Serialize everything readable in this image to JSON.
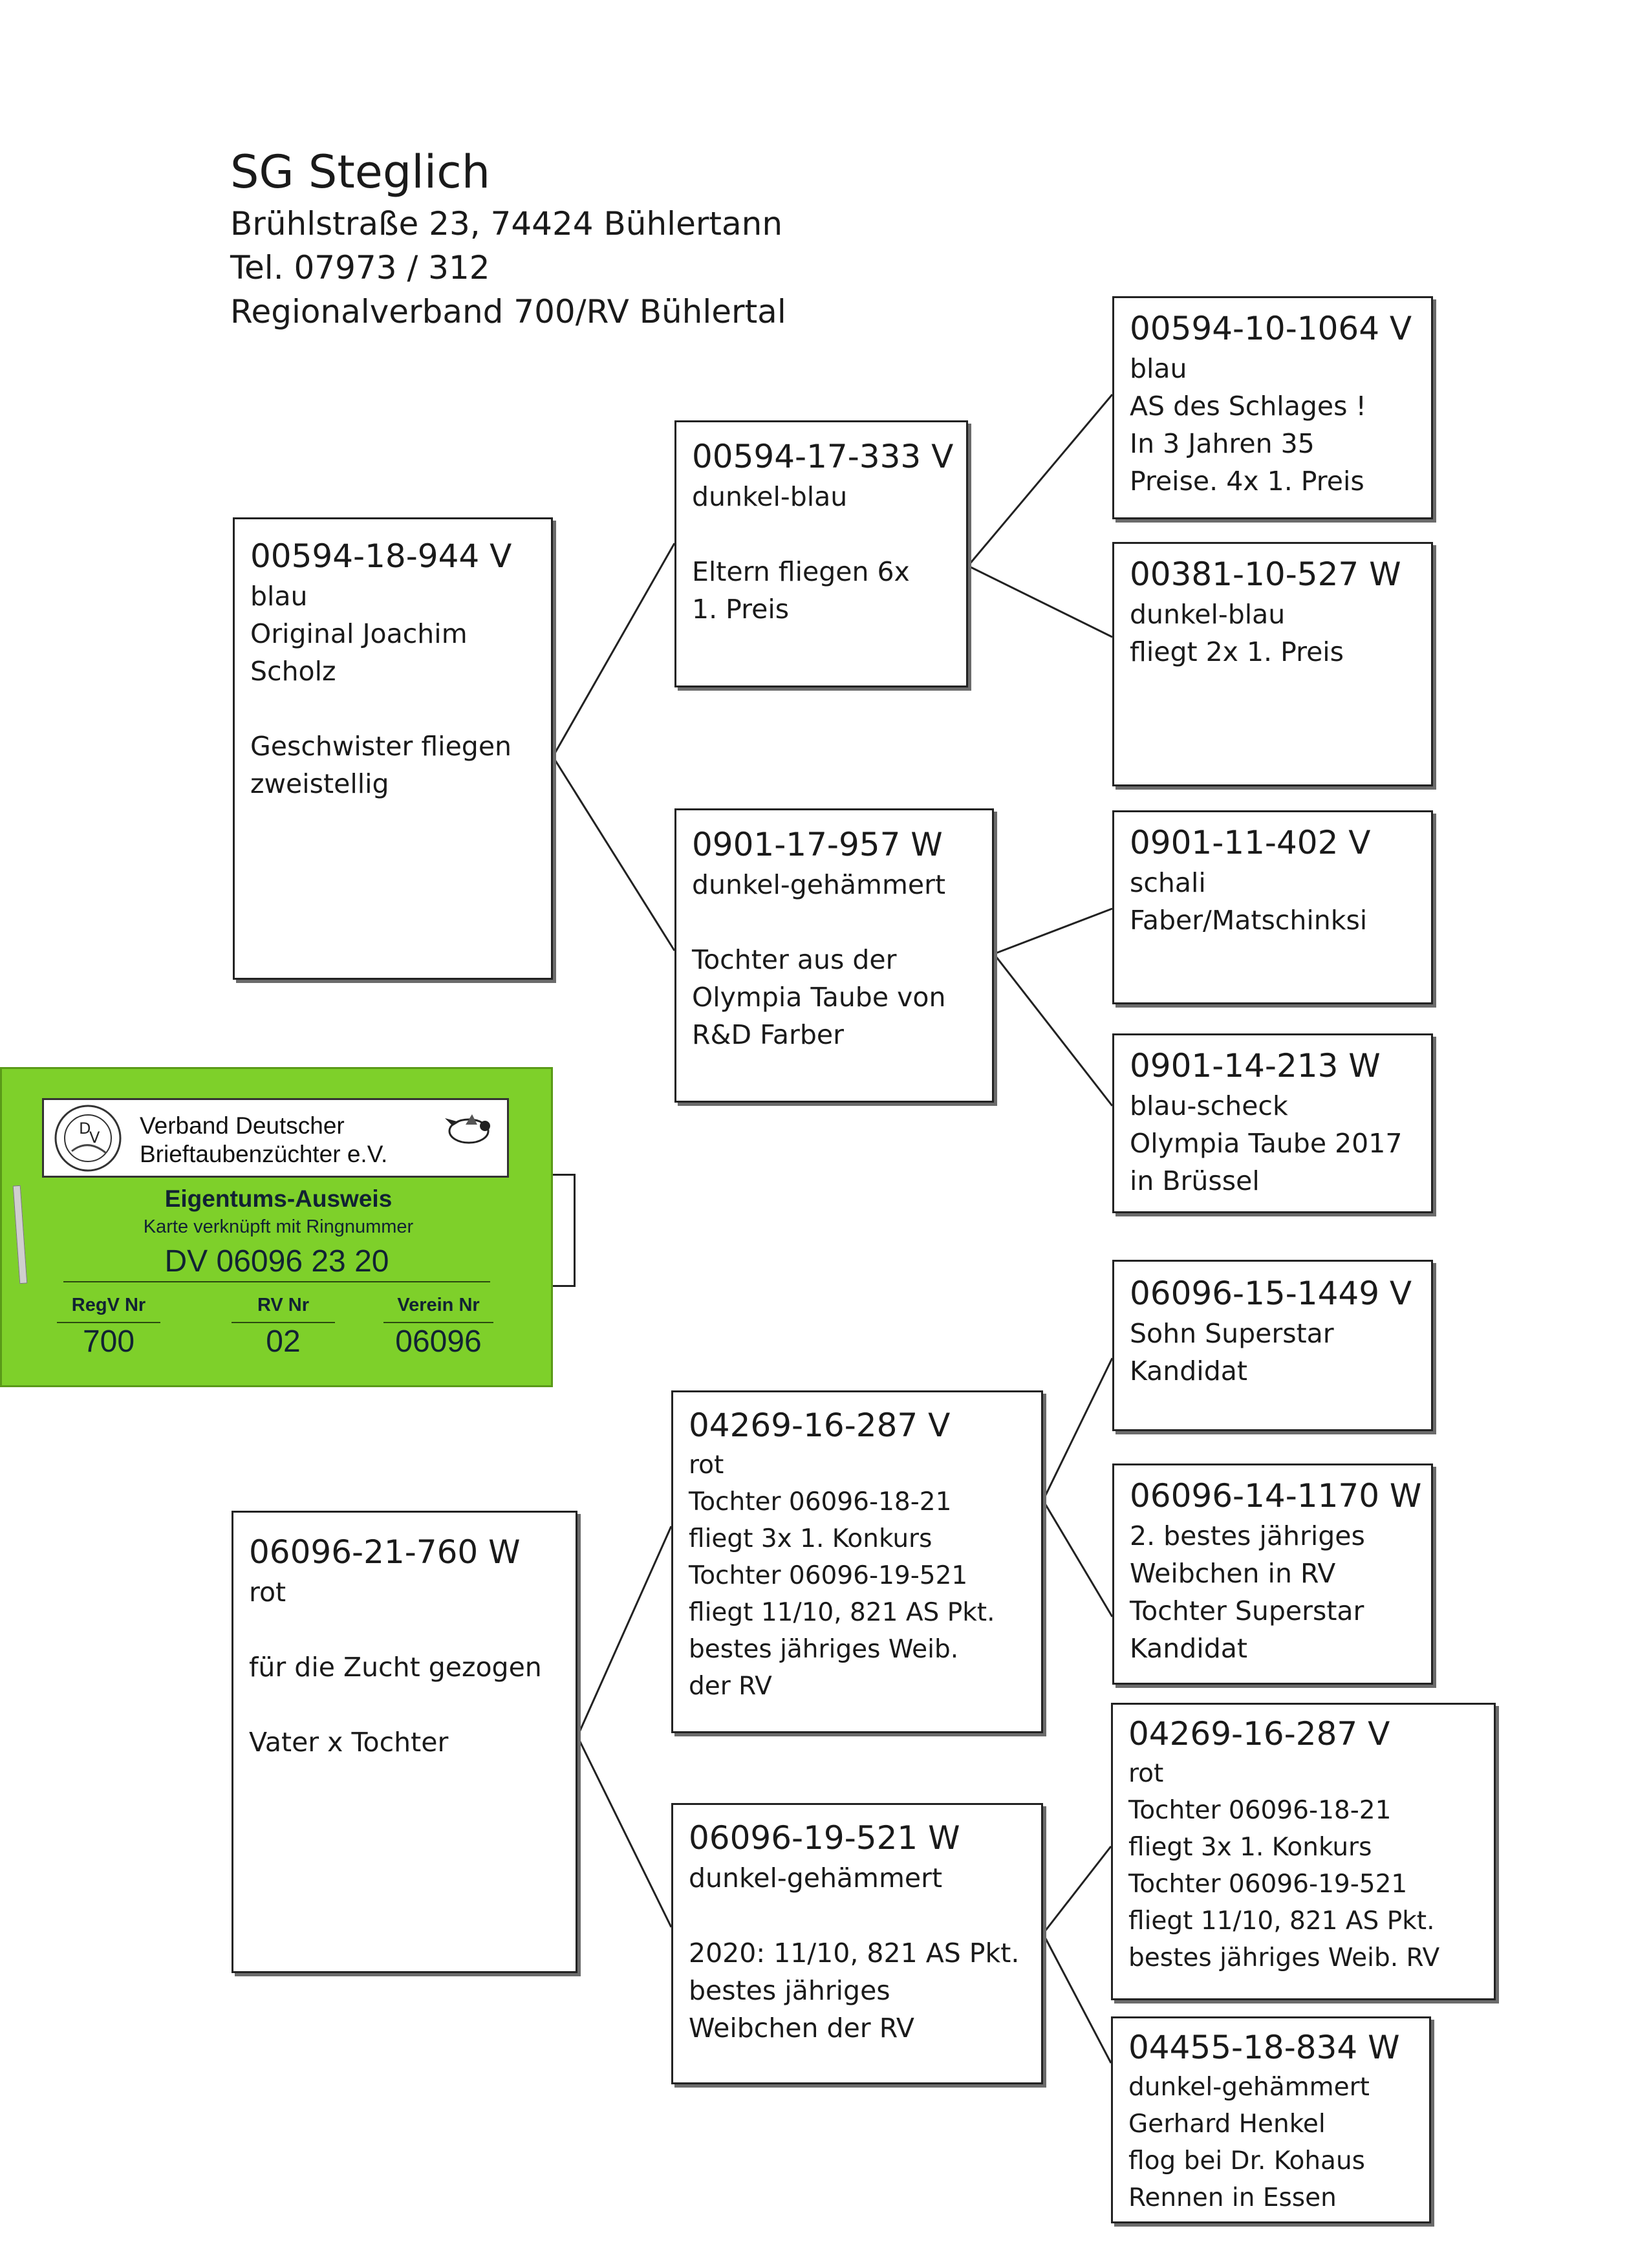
{
  "header": {
    "name": "SG Steglich",
    "address": "Brühlstraße 23, 74424 Bühlertann",
    "phone": "Tel. 07973 / 312",
    "region": "Regionalverband 700/RV Bühlertal"
  },
  "pedigree": {
    "top": {
      "subject": {
        "ring": "00594-18-944 V",
        "text": "blau\nOriginal Joachim\nScholz\n\nGeschwister fliegen\nzweistellig"
      },
      "father": {
        "ring": "00594-17-333 V",
        "text": "dunkel-blau\n\nEltern fliegen 6x\n1. Preis"
      },
      "mother": {
        "ring": "0901-17-957 W",
        "text": "dunkel-gehämmert\n\nTochter aus der\nOlympia Taube von\nR&D Farber"
      },
      "ff": {
        "ring": "00594-10-1064 V",
        "text": "blau\nAS des Schlages !\nIn 3 Jahren 35\nPreise. 4x 1. Preis"
      },
      "fm": {
        "ring": "00381-10-527 W",
        "text": "dunkel-blau\nfliegt 2x 1. Preis"
      },
      "mf": {
        "ring": "0901-11-402 V",
        "text": "schali\nFaber/Matschinksi"
      },
      "mm": {
        "ring": "0901-14-213 W",
        "text": "blau-scheck\nOlympia Taube 2017\nin Brüssel"
      }
    },
    "bottom": {
      "subject": {
        "ring": "06096-21-760 W",
        "text": "rot\n\nfür die Zucht gezogen\n\nVater x Tochter"
      },
      "father": {
        "ring": "04269-16-287 V",
        "text": "rot\nTochter 06096-18-21\nfliegt 3x 1. Konkurs\nTochter 06096-19-521\nfliegt 11/10, 821 AS Pkt.\nbestes jähriges Weib.\nder RV"
      },
      "mother": {
        "ring": "06096-19-521 W",
        "text": "dunkel-gehämmert\n\n2020: 11/10, 821 AS Pkt.\nbestes jähriges\nWeibchen der RV"
      },
      "ff": {
        "ring": "06096-15-1449 V",
        "text": "Sohn Superstar\nKandidat"
      },
      "fm": {
        "ring": "06096-14-1170 W",
        "text": "2. bestes jähriges\nWeibchen in RV\nTochter Superstar\nKandidat"
      },
      "mf": {
        "ring": "04269-16-287 V",
        "text": "rot\nTochter 06096-18-21\nfliegt 3x 1. Konkurs\nTochter 06096-19-521\nfliegt 11/10, 821 AS Pkt.\nbestes jähriges Weib. RV"
      },
      "mm": {
        "ring": "04455-18-834 W",
        "text": "dunkel-gehämmert\nGerhard Henkel\nflog bei Dr. Kohaus\nRennen in Essen"
      }
    }
  },
  "card": {
    "org_line1": "Verband Deutscher",
    "org_line2": "Brieftaubenzüchter e.V.",
    "title": "Eigentums-Ausweis",
    "subtitle": "Karte verknüpft mit Ringnummer",
    "ring": "DV 06096 23 20",
    "regv_label": "RegV Nr",
    "regv_value": "700",
    "rv_label": "RV Nr",
    "rv_value": "02",
    "verein_label": "Verein Nr",
    "verein_value": "06096",
    "colors": {
      "card": "#7ed02a",
      "text": "#112233"
    }
  }
}
